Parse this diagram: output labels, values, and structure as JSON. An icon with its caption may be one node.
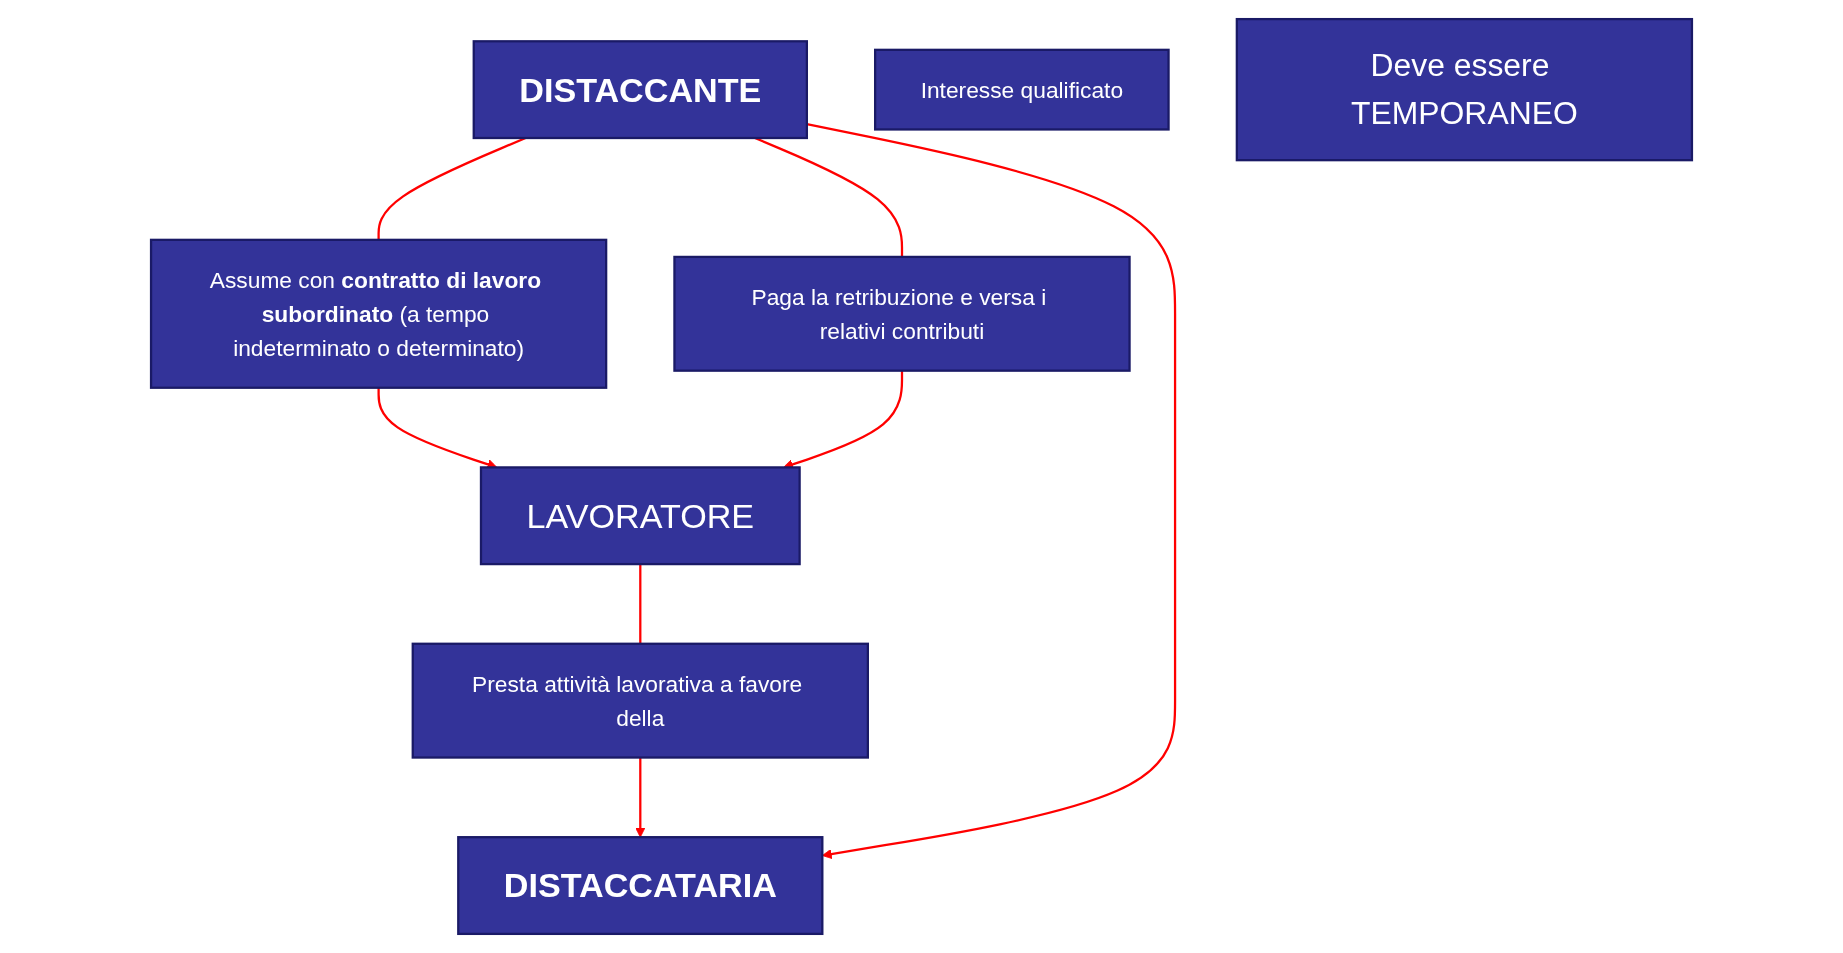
{
  "diagram": {
    "nodes": [
      {
        "text": [
          "LAVORATORE"
        ]
      },
      {
        "text": [
          "Assume con **contratto di lavoro subordinato** (a tempo indeterminato o determinato)"
        ]
      },
      {
        "text": [
          "Presta attività lavorativa a favore della"
        ]
      },
      {
        "text": [
          "Paga la retribuzione e versa i relativi contributi"
        ]
      },
      {
        "text": [
          "DISTACCANTE"
        ]
      },
      {
        "text": [
          "Interesse qualificato"
        ]
      },
      {
        "text": [
          "DISTACCATARIA"
        ]
      },
      {
        "text": [
          "Deve essere TEMPORANEO"
        ]
      }
    ],
    "edges": [
      {
        "from": 4,
        "to": 1,
        "arrow": "none"
      },
      {
        "from": 1,
        "to": 0,
        "arrow": "to"
      },
      {
        "from": 4,
        "to": 3,
        "arrow": "none"
      },
      {
        "from": 3,
        "to": 0,
        "arrow": "to"
      },
      {
        "from": 0,
        "to": 2,
        "arrow": "none"
      },
      {
        "from": 2,
        "to": 6,
        "arrow": "to"
      },
      {
        "from": 4,
        "to": 6,
        "arrow": "to"
      }
    ]
  }
}
